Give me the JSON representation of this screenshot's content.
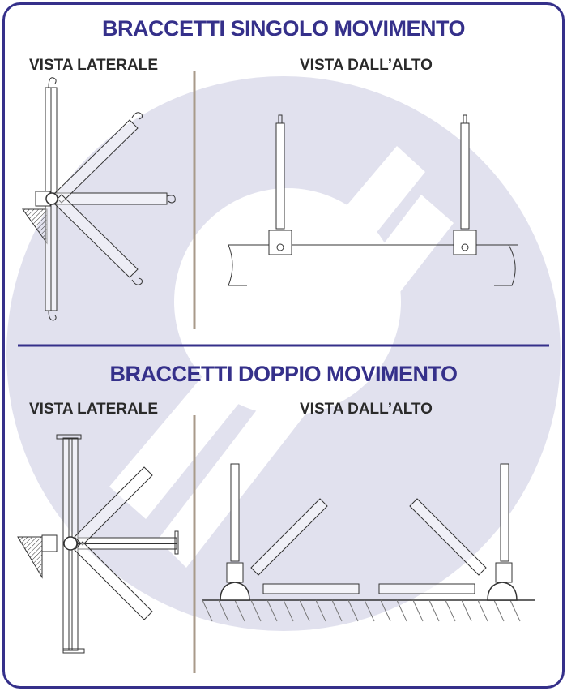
{
  "colors": {
    "accent": "#35308a",
    "watermark": "#e1e1ee",
    "divider": "#a89a8a"
  },
  "section_single": {
    "title": "BRACCETTI SINGOLO MOVIMENTO",
    "side_view": "VISTA LATERALE",
    "top_view": "VISTA DALL’ALTO"
  },
  "section_double": {
    "title": "BRACCETTI DOPPIO MOVIMENTO",
    "side_view": "VISTA LATERALE",
    "top_view": "VISTA DALL’ALTO"
  }
}
